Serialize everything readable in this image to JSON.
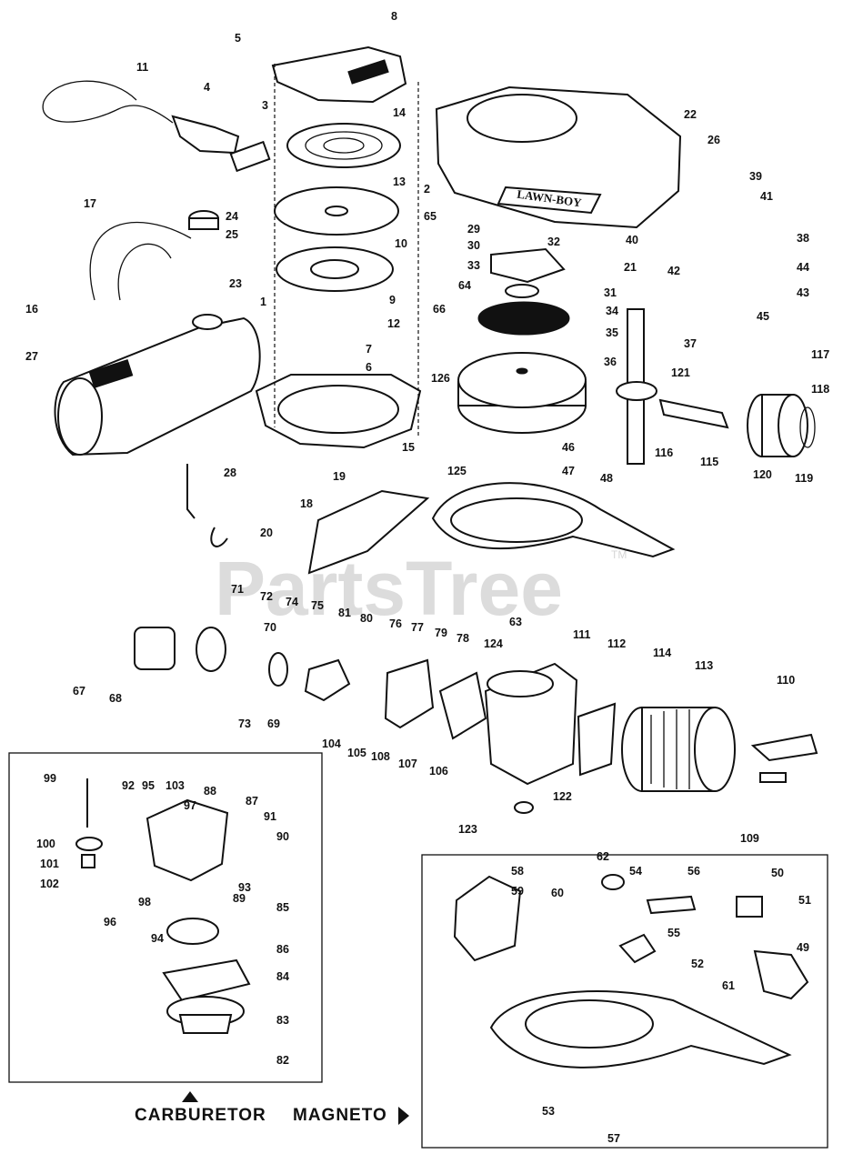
{
  "watermark": "PartsTree",
  "trademark": "TM",
  "brand_plate": "LAWN-BOY",
  "sections": {
    "carburetor_label": "CARBURETOR",
    "magneto_label": "MAGNETO"
  },
  "callouts": [
    "1",
    "2",
    "3",
    "4",
    "5",
    "6",
    "7",
    "8",
    "9",
    "10",
    "11",
    "12",
    "13",
    "14",
    "15",
    "16",
    "17",
    "18",
    "19",
    "20",
    "21",
    "22",
    "23",
    "24",
    "25",
    "26",
    "27",
    "28",
    "29",
    "30",
    "31",
    "32",
    "33",
    "34",
    "35",
    "36",
    "37",
    "38",
    "39",
    "40",
    "41",
    "42",
    "43",
    "44",
    "45",
    "46",
    "47",
    "48",
    "49",
    "50",
    "51",
    "52",
    "53",
    "54",
    "55",
    "56",
    "57",
    "58",
    "59",
    "60",
    "61",
    "62",
    "63",
    "64",
    "65",
    "66",
    "67",
    "68",
    "69",
    "70",
    "71",
    "72",
    "73",
    "74",
    "75",
    "76",
    "77",
    "78",
    "79",
    "80",
    "81",
    "82",
    "83",
    "84",
    "85",
    "86",
    "87",
    "88",
    "89",
    "90",
    "91",
    "92",
    "93",
    "94",
    "95",
    "96",
    "97",
    "98",
    "99",
    "100",
    "101",
    "102",
    "103",
    "104",
    "105",
    "106",
    "107",
    "108",
    "109",
    "110",
    "111",
    "112",
    "113",
    "114",
    "115",
    "116",
    "117",
    "118",
    "119",
    "120",
    "121",
    "122",
    "123",
    "124",
    "125",
    "126"
  ]
}
